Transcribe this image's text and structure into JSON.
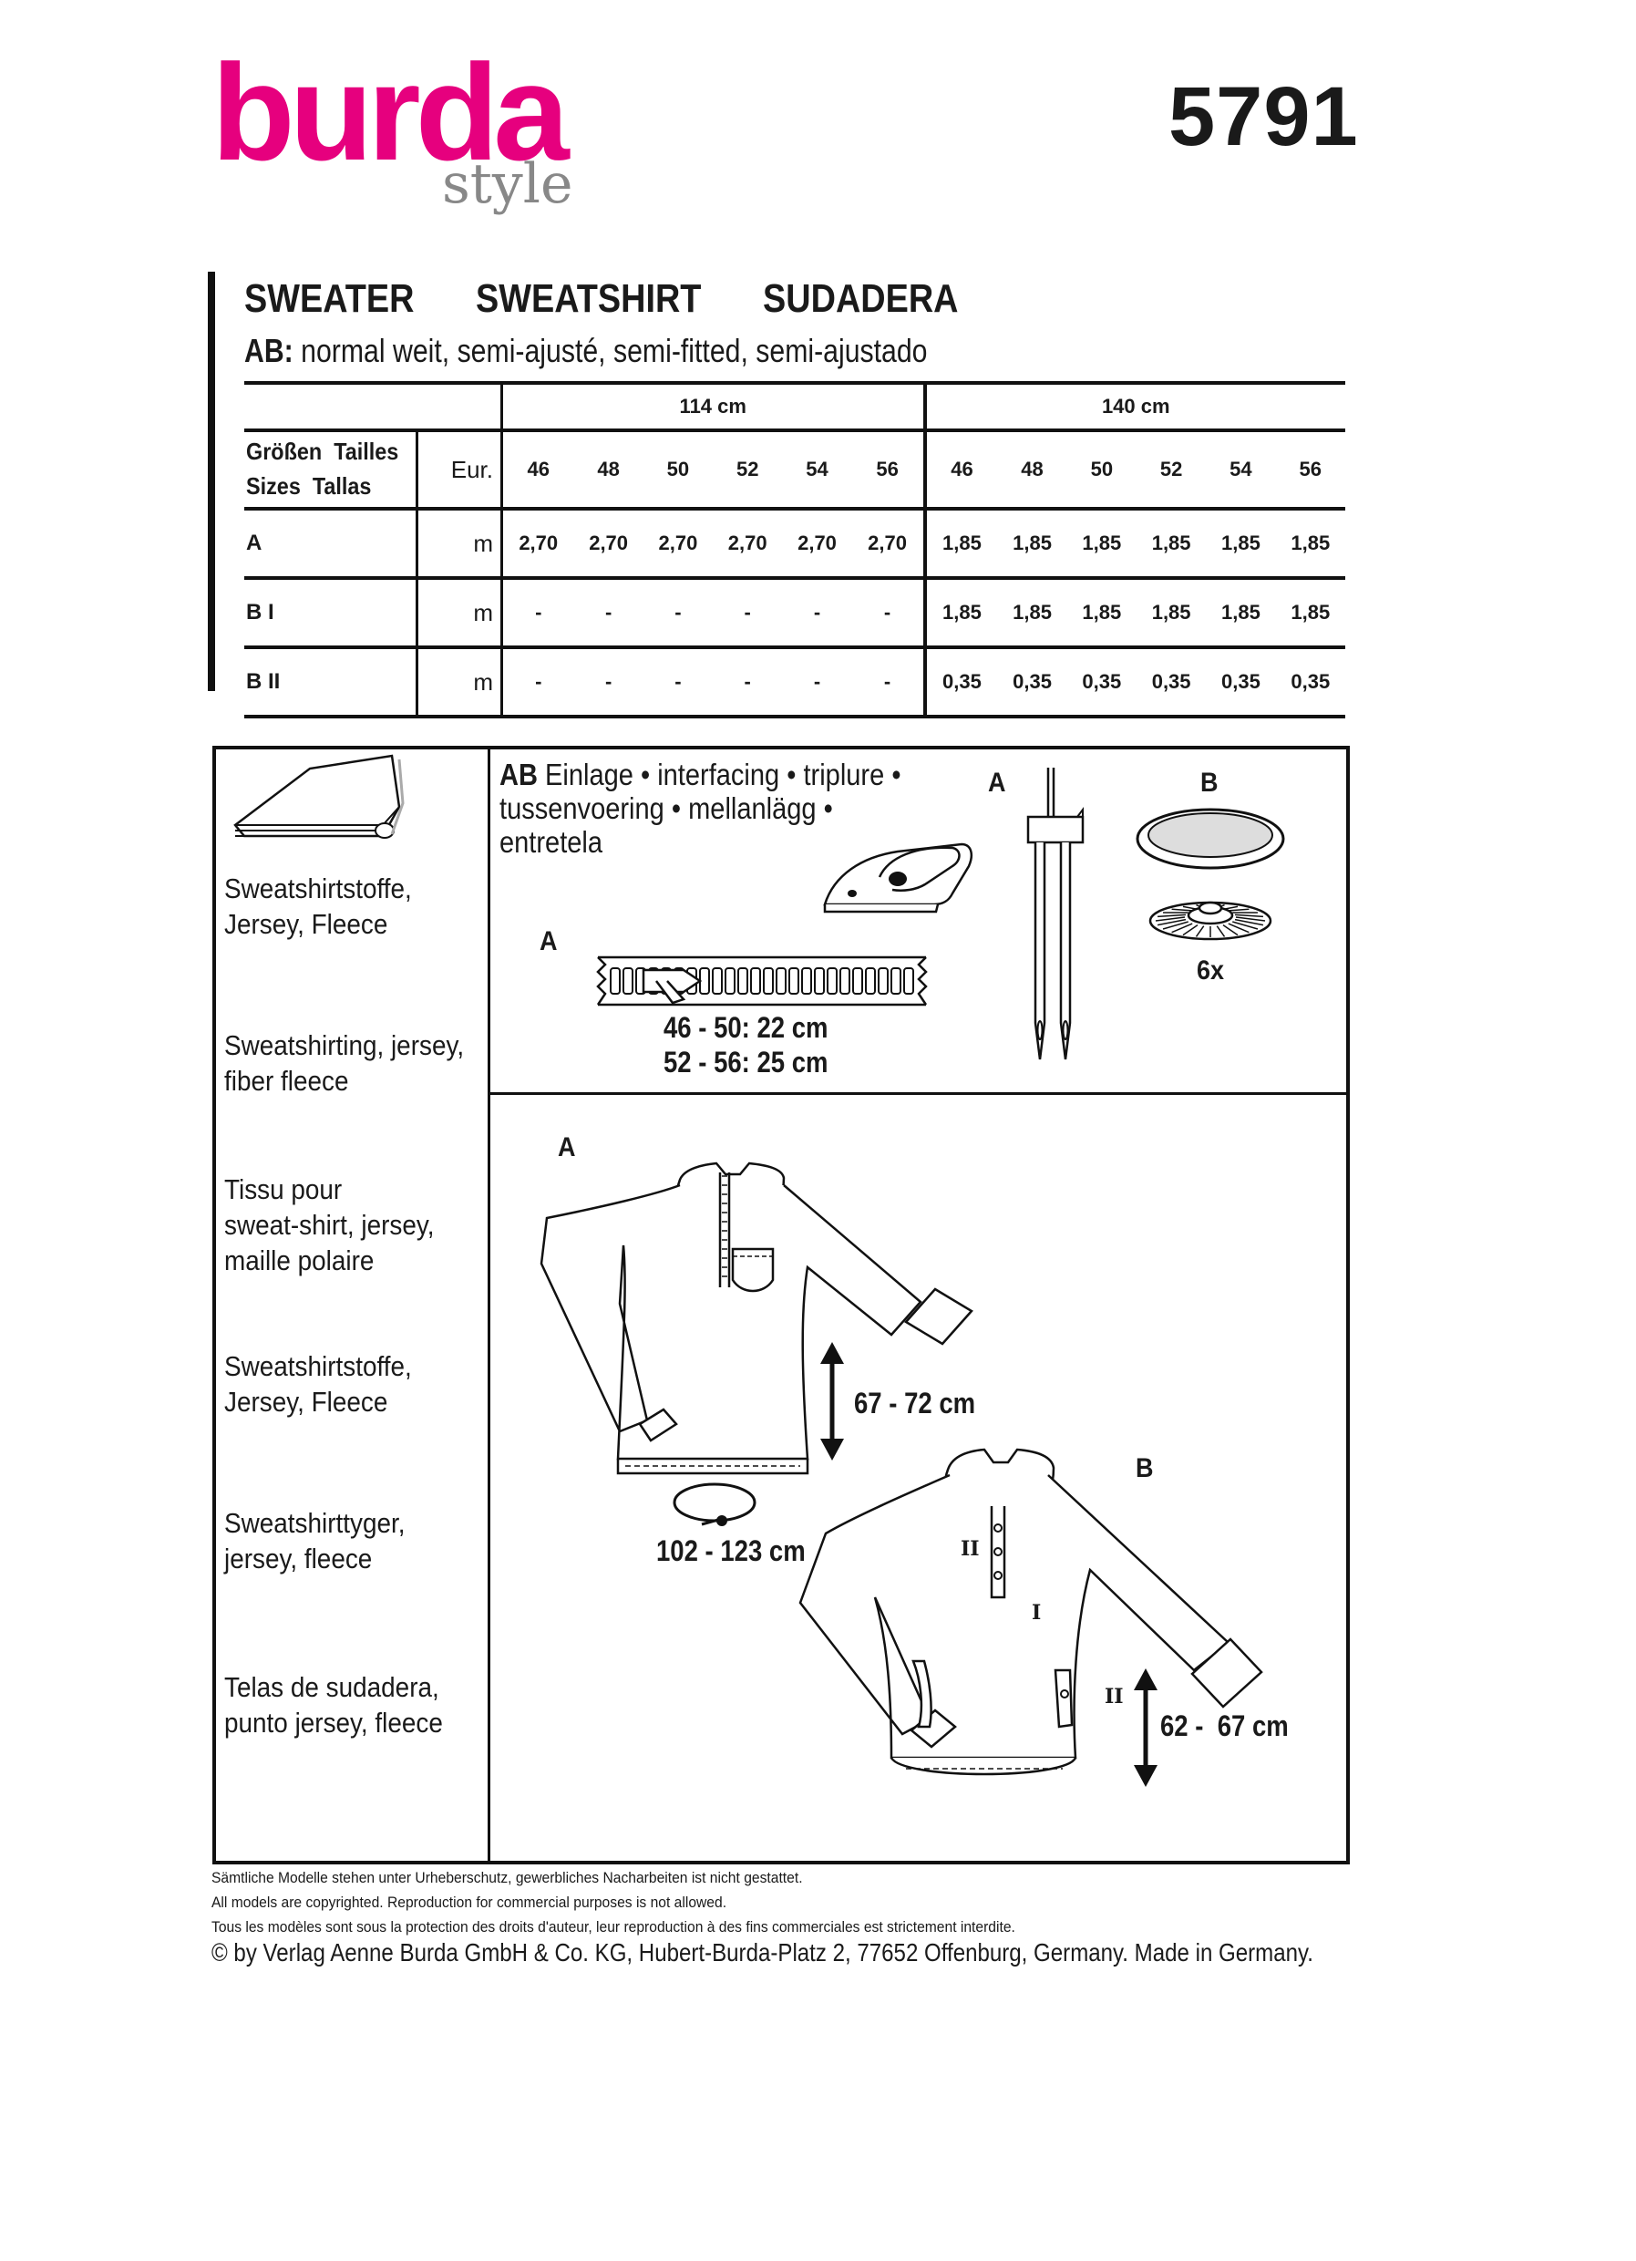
{
  "brand": {
    "logo_main": "burda",
    "logo_sub": "style",
    "color": "#e6007e"
  },
  "pattern_number": "5791",
  "title": "SWEATER   SWEATSHIRT   SUDADERA",
  "subtitle": {
    "prefix": "AB:",
    "text": " normal weit, semi-ajusté, semi-fitted, semi-ajustado"
  },
  "yardage": {
    "widths": [
      "114 cm",
      "140 cm"
    ],
    "sizes_label": [
      "Größen  Tailles",
      "Sizes  Tallas"
    ],
    "eur_label": "Eur.",
    "sizes": [
      "46",
      "48",
      "50",
      "52",
      "54",
      "56"
    ],
    "rows": [
      {
        "label": "A",
        "unit": "m",
        "w114": [
          "2,70",
          "2,70",
          "2,70",
          "2,70",
          "2,70",
          "2,70"
        ],
        "w140": [
          "1,85",
          "1,85",
          "1,85",
          "1,85",
          "1,85",
          "1,85"
        ]
      },
      {
        "label": "B I",
        "unit": "m",
        "w114": [
          "-",
          "-",
          "-",
          "-",
          "-",
          "-"
        ],
        "w140": [
          "1,85",
          "1,85",
          "1,85",
          "1,85",
          "1,85",
          "1,85"
        ]
      },
      {
        "label": "B II",
        "unit": "m",
        "w114": [
          "-",
          "-",
          "-",
          "-",
          "-",
          "-"
        ],
        "w140": [
          "0,35",
          "0,35",
          "0,35",
          "0,35",
          "0,35",
          "0,35"
        ]
      }
    ]
  },
  "fabrics": [
    "Sweatshirtstoffe,\nJersey, Fleece",
    "Sweatshirting, jersey,\nfiber fleece",
    "Tissu pour\nsweat-shirt, jersey,\nmaille polaire",
    "Sweatshirtstoffe,\nJersey, Fleece",
    "Sweatshirttyger,\njersey, fleece",
    "Telas de sudadera,\npunto jersey, fleece"
  ],
  "notions": {
    "interfacing_tag": "AB",
    "interfacing_text": "Einlage • interfacing • triplure •\ntussenvoering • mellanlägg •\nentretela",
    "zipper_tag": "A",
    "zipper_lengths": [
      "46 - 50: 22 cm",
      "52 - 56: 25 cm"
    ],
    "needle_tag": "A",
    "snaps_tag": "B",
    "snaps_qty": "6x"
  },
  "views": {
    "a": {
      "label": "A",
      "length": "67 -  72 cm",
      "hem_width": "102 - 123 cm"
    },
    "b": {
      "label": "B",
      "length": "62 -  67 cm",
      "markers": [
        "II",
        "I",
        "II"
      ]
    }
  },
  "legal": [
    "Sämtliche Modelle stehen unter Urheberschutz, gewerbliches Nacharbeiten ist nicht gestattet.",
    "All models are copyrighted. Reproduction for commercial purposes is not allowed.",
    "Tous les modèles sont sous la protection des droits d'auteur, leur reproduction à des fins commerciales est strictement interdite."
  ],
  "copyright": "© by Verlag Aenne Burda GmbH & Co. KG, Hubert-Burda-Platz 2, 77652 Offenburg, Germany. Made in Germany."
}
